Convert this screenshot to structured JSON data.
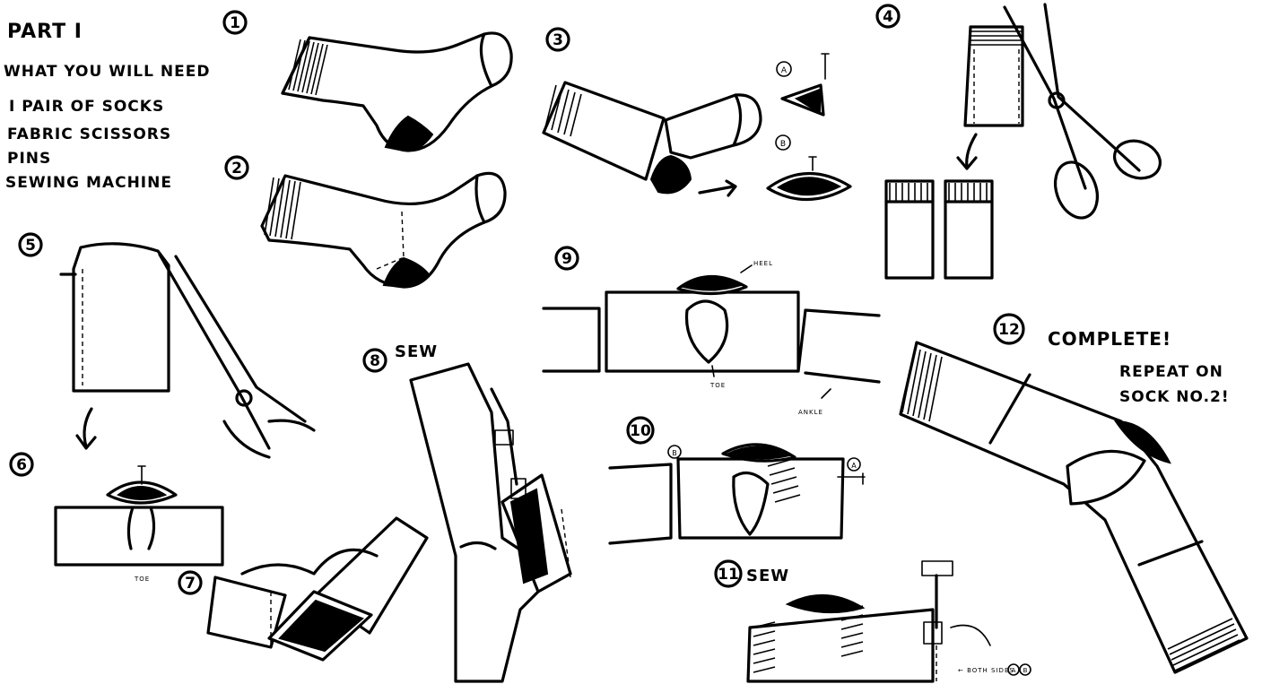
{
  "header": {
    "title": "PART I",
    "needs_heading": "WHAT YOU WILL NEED",
    "needs_items": [
      "I PAIR OF SOCKS",
      "FABRIC SCISSORS",
      "PINS",
      "SEWING MACHINE"
    ]
  },
  "steps": {
    "s1": "1",
    "s2": "2",
    "s3": "3",
    "s4": "4",
    "s5": "5",
    "s6": "6",
    "s7": "7",
    "s8": "8",
    "s9": "9",
    "s10": "10",
    "s11": "11",
    "s12": "12"
  },
  "labels": {
    "sew8": "SEW",
    "sew11": "SEW",
    "complete": "COMPLETE!",
    "repeat_line1": "REPEAT ON",
    "repeat_line2": "SOCK NO.2!",
    "heel": "HEEL",
    "toe9": "TOE",
    "toe6": "TOE",
    "ankle": "ANKLE",
    "both_sides": "← BOTH SIDES",
    "marker_a": "A",
    "marker_b": "B",
    "marker_a10": "A",
    "marker_b10": "B"
  }
}
